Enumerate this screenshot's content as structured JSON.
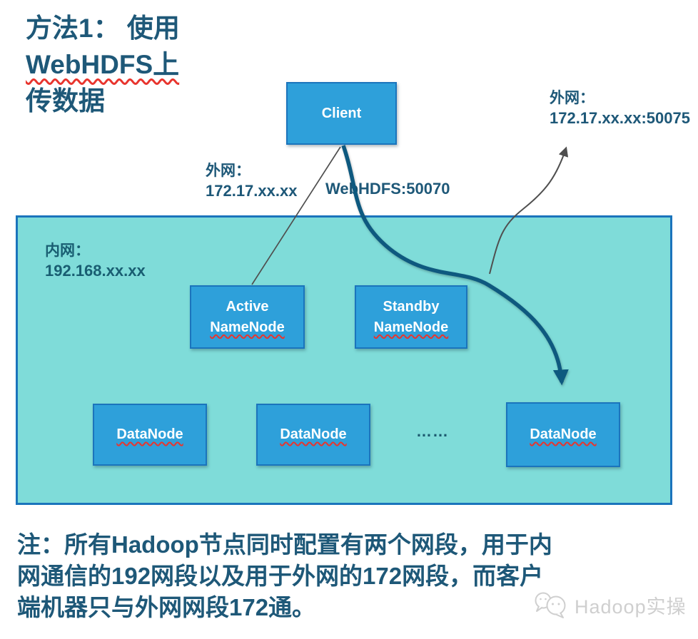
{
  "title": {
    "line1": "方法1： 使用",
    "line2": "WebHDFS上",
    "line3": "传数据"
  },
  "client": {
    "label": "Client"
  },
  "labels": {
    "external_top_caption": "外网：",
    "external_top_address": "172.17.xx.xx:50075",
    "external_mid_caption": "外网：",
    "external_mid_address": "172.17.xx.xx",
    "webhdfs_port": "WebHDFS:50070",
    "internal_caption": "内网：",
    "internal_address": "192.168.xx.xx",
    "ellipsis": "……"
  },
  "nodes": {
    "active": {
      "line1": "Active",
      "line2": "NameNode"
    },
    "standby": {
      "line1": "Standby",
      "line2": "NameNode"
    },
    "datanode1": {
      "label": "DataNode"
    },
    "datanode2": {
      "label": "DataNode"
    },
    "datanode3": {
      "label": "DataNode"
    }
  },
  "note": {
    "line1": "注：所有Hadoop节点同时配置有两个网段，用于内",
    "line2": "网通信的192网段以及用于外网的172网段，而客户",
    "line3": "端机器只与外网网段172通。"
  },
  "watermark": {
    "label": "Hadoop实操"
  },
  "colors": {
    "node_fill": "#2EA0DA",
    "node_border": "#1B74BC",
    "zone_fill": "#7FDCD9",
    "zone_border": "#1B74BC",
    "dark_text": "#1E5878",
    "flow_line": "#0E597F",
    "gray_line": "#4F4F4F",
    "squiggle_red": "#E8352E",
    "watermark_gray": "#CFCFCF"
  }
}
